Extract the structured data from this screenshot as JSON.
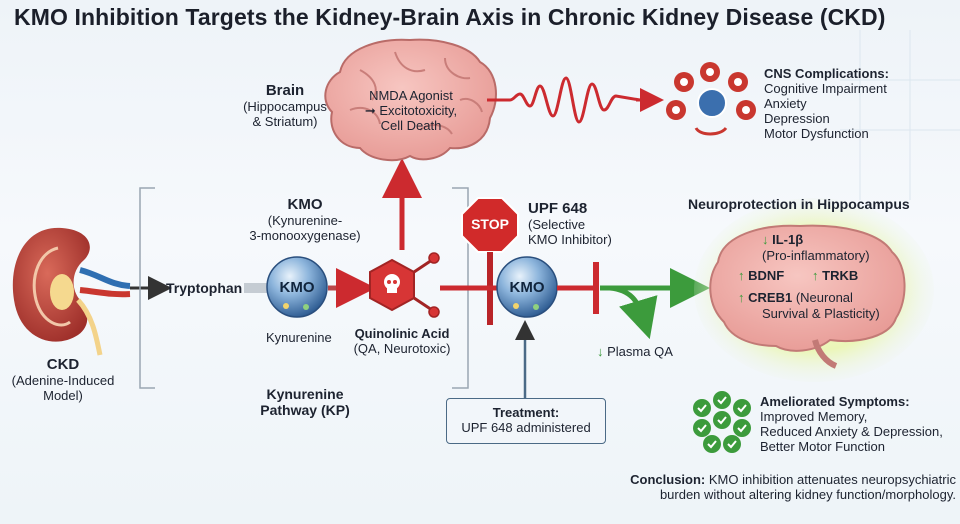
{
  "title": "KMO Inhibition Targets the Kidney-Brain Axis in Chronic Kidney Disease (CKD)",
  "brain": {
    "label": "Brain",
    "region1": "(Hippocampus",
    "region2": "& Striatum)",
    "inner1": "NMDA Agonist",
    "inner2": "Excitotoxicity,",
    "inner3": "Cell Death",
    "arrow_glyph": "➞"
  },
  "cns": {
    "header": "CNS Complications:",
    "items": [
      "Cognitive Impairment",
      "Anxiety",
      "Depression",
      "Motor Dysfunction"
    ]
  },
  "ckd": {
    "label": "CKD",
    "sub1": "(Adenine-Induced",
    "sub2": "Model)"
  },
  "pathway": {
    "tryptophan": "Tryptophan",
    "kmo_title": "KMO",
    "kmo_sub1": "(Kynurenine-",
    "kmo_sub2": "3-monooxygenase)",
    "kmo_sphere": "KMO",
    "kynurenine": "Kynurenine",
    "qa_label": "Quinolinic Acid",
    "qa_sub": "(QA, Neurotoxic)",
    "kp1": "Kynurenine",
    "kp2": "Pathway (KP)"
  },
  "inhibitor": {
    "stop": "STOP",
    "name": "UPF 648",
    "sub1": "(Selective",
    "sub2": "KMO Inhibitor)",
    "sphere": "KMO"
  },
  "plasma": {
    "arrow": "↓",
    "label": "Plasma QA"
  },
  "treatment": {
    "title": "Treatment:",
    "text": "UPF 648 administered"
  },
  "neuro": {
    "header": "Neuroprotection in Hippocampus",
    "il1b": "IL-1β",
    "il1b_sub": "(Pro-inflammatory)",
    "bdnf": "BDNF",
    "trkb": "TRKB",
    "creb1": "CREB1",
    "creb1_sub1": "(Neuronal",
    "creb1_sub2": "Survival & Plasticity)",
    "up": "↑",
    "down": "↓"
  },
  "symptoms": {
    "header": "Ameliorated Symptoms:",
    "items": [
      "Improved Memory,",
      "Reduced Anxiety & Depression,",
      "Better Motor Function"
    ]
  },
  "conclusion": {
    "label": "Conclusion:",
    "text1": " KMO inhibition attenuates neuropsychiatric",
    "text2": "burden without altering kidney function/morphology."
  },
  "colors": {
    "red": "#cc2a2f",
    "green": "#3c9b3c",
    "blue": "#3b6fae",
    "dark": "#1d2330"
  }
}
